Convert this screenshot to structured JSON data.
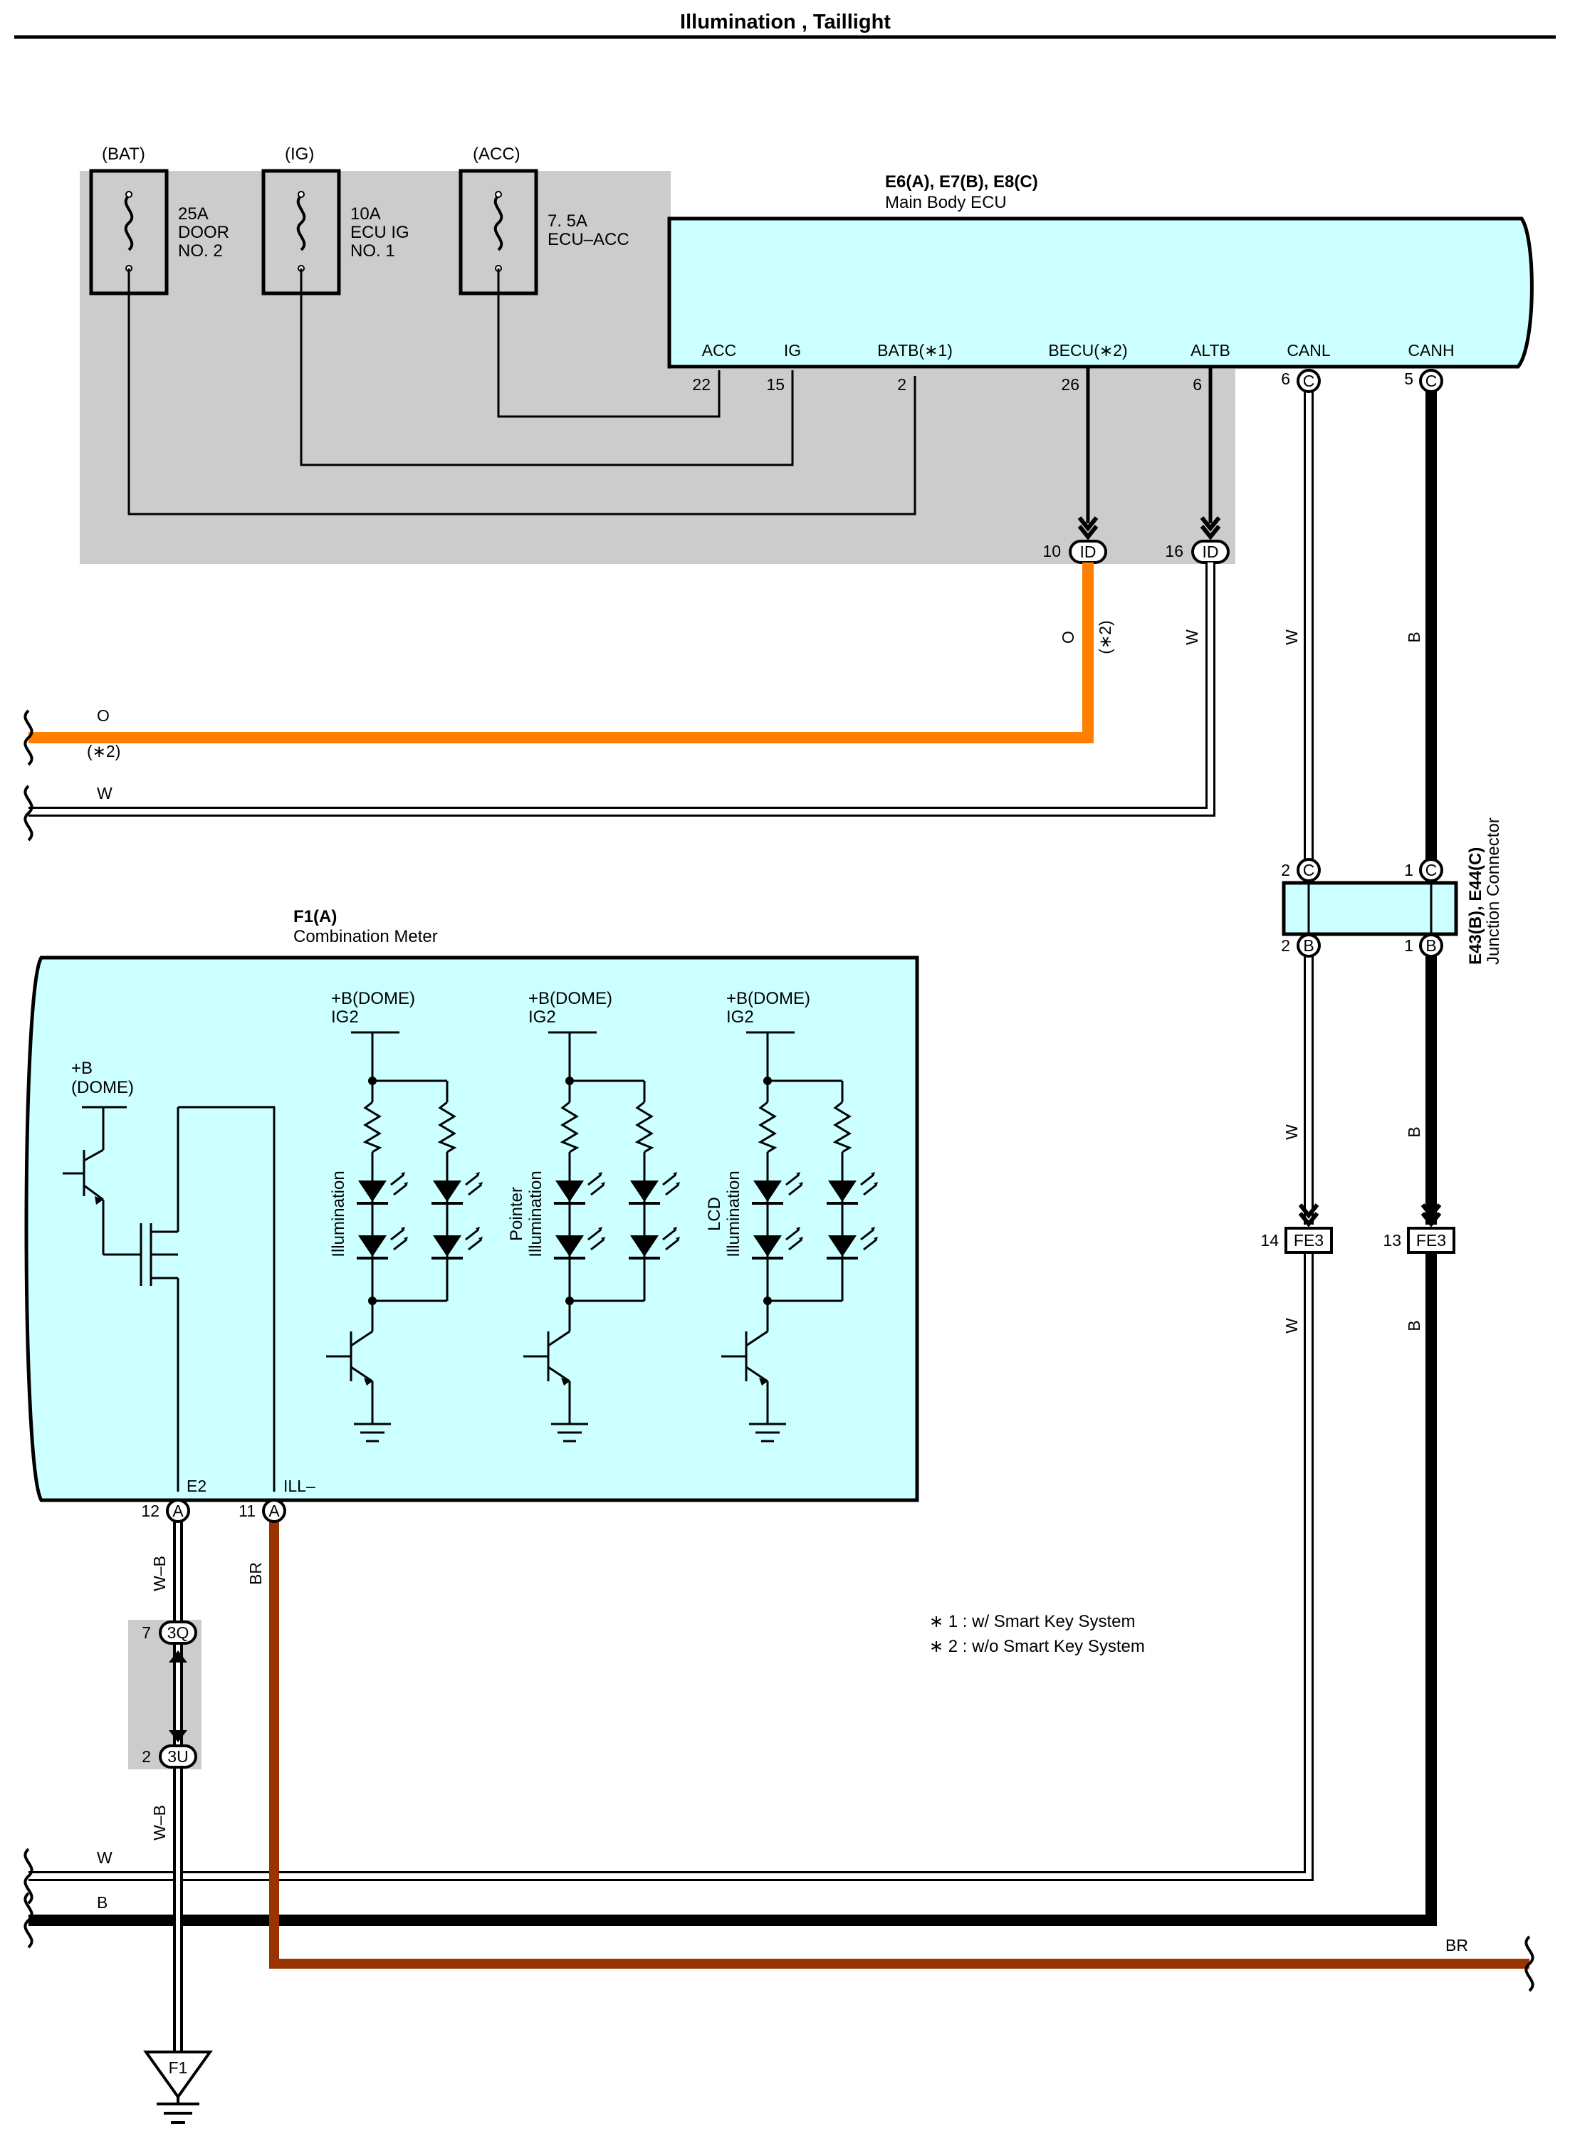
{
  "title": "Illumination , Taillight",
  "fuse_box": {
    "fuses": [
      {
        "source": "(BAT)",
        "lines": [
          "25A",
          "DOOR",
          "NO. 2"
        ]
      },
      {
        "source": "(IG)",
        "lines": [
          "10A",
          "ECU IG",
          "NO. 1"
        ]
      },
      {
        "source": "(ACC)",
        "lines": [
          "7. 5A",
          "ECU–ACC"
        ]
      }
    ]
  },
  "ecu": {
    "code": "E6(A), E7(B), E8(C)",
    "name": "Main Body ECU",
    "pins": [
      {
        "label": "ACC",
        "num": "22"
      },
      {
        "label": "IG",
        "num": "15"
      },
      {
        "label": "BATB(∗1)",
        "num": "2"
      },
      {
        "label": "BECU(∗2)",
        "num": "26"
      },
      {
        "label": "ALTB",
        "num": "6"
      },
      {
        "label": "CANL",
        "num": "6",
        "conn": "C"
      },
      {
        "label": "CANH",
        "num": "5",
        "conn": "C"
      }
    ]
  },
  "id_connectors": [
    {
      "num": "10",
      "label": "ID"
    },
    {
      "num": "16",
      "label": "ID"
    }
  ],
  "wires": {
    "orange": {
      "color": "O",
      "note": "(∗2)",
      "left_label": "O",
      "left_note": "(∗2)",
      "hex": "#ff8000"
    },
    "white_id": {
      "color": "W",
      "left_label": "W"
    },
    "canl_color": "W",
    "canh_color": "B",
    "wb": "W–B",
    "br": "BR",
    "br_hex": "#993300",
    "bottom_w": "W",
    "bottom_b": "B",
    "bottom_br": "BR"
  },
  "junction": {
    "code": "E43(B), E44(C)",
    "name": "Junction Connector",
    "pins_top": [
      {
        "num": "2",
        "conn": "C"
      },
      {
        "num": "1",
        "conn": "C"
      }
    ],
    "pins_bottom": [
      {
        "num": "2",
        "conn": "B"
      },
      {
        "num": "1",
        "conn": "B"
      }
    ]
  },
  "fe3": [
    {
      "num": "14",
      "label": "FE3"
    },
    {
      "num": "13",
      "label": "FE3"
    }
  ],
  "meter": {
    "code": "F1(A)",
    "name": "Combination Meter",
    "dome_label": [
      "+B",
      "(DOME)"
    ],
    "groups": [
      {
        "supply": [
          "+B(DOME)",
          "IG2"
        ],
        "name": [
          "Illumination"
        ]
      },
      {
        "supply": [
          "+B(DOME)",
          "IG2"
        ],
        "name": [
          "Pointer",
          "Illumination"
        ]
      },
      {
        "supply": [
          "+B(DOME)",
          "IG2"
        ],
        "name": [
          "LCD",
          "Illumination"
        ]
      }
    ],
    "pins": [
      {
        "label": "E2",
        "num": "12",
        "conn": "A"
      },
      {
        "label": "ILL–",
        "num": "11",
        "conn": "A"
      }
    ]
  },
  "connectors_3": [
    {
      "num": "7",
      "label": "3Q"
    },
    {
      "num": "2",
      "label": "3U"
    }
  ],
  "ground": "F1",
  "notes": [
    "∗ 1 : w/ Smart Key System",
    "∗ 2 : w/o Smart Key System"
  ],
  "colors": {
    "ecu_fill": "#ccffff",
    "shade": "#cccccc",
    "orange": "#ff8000",
    "brown": "#993300"
  }
}
